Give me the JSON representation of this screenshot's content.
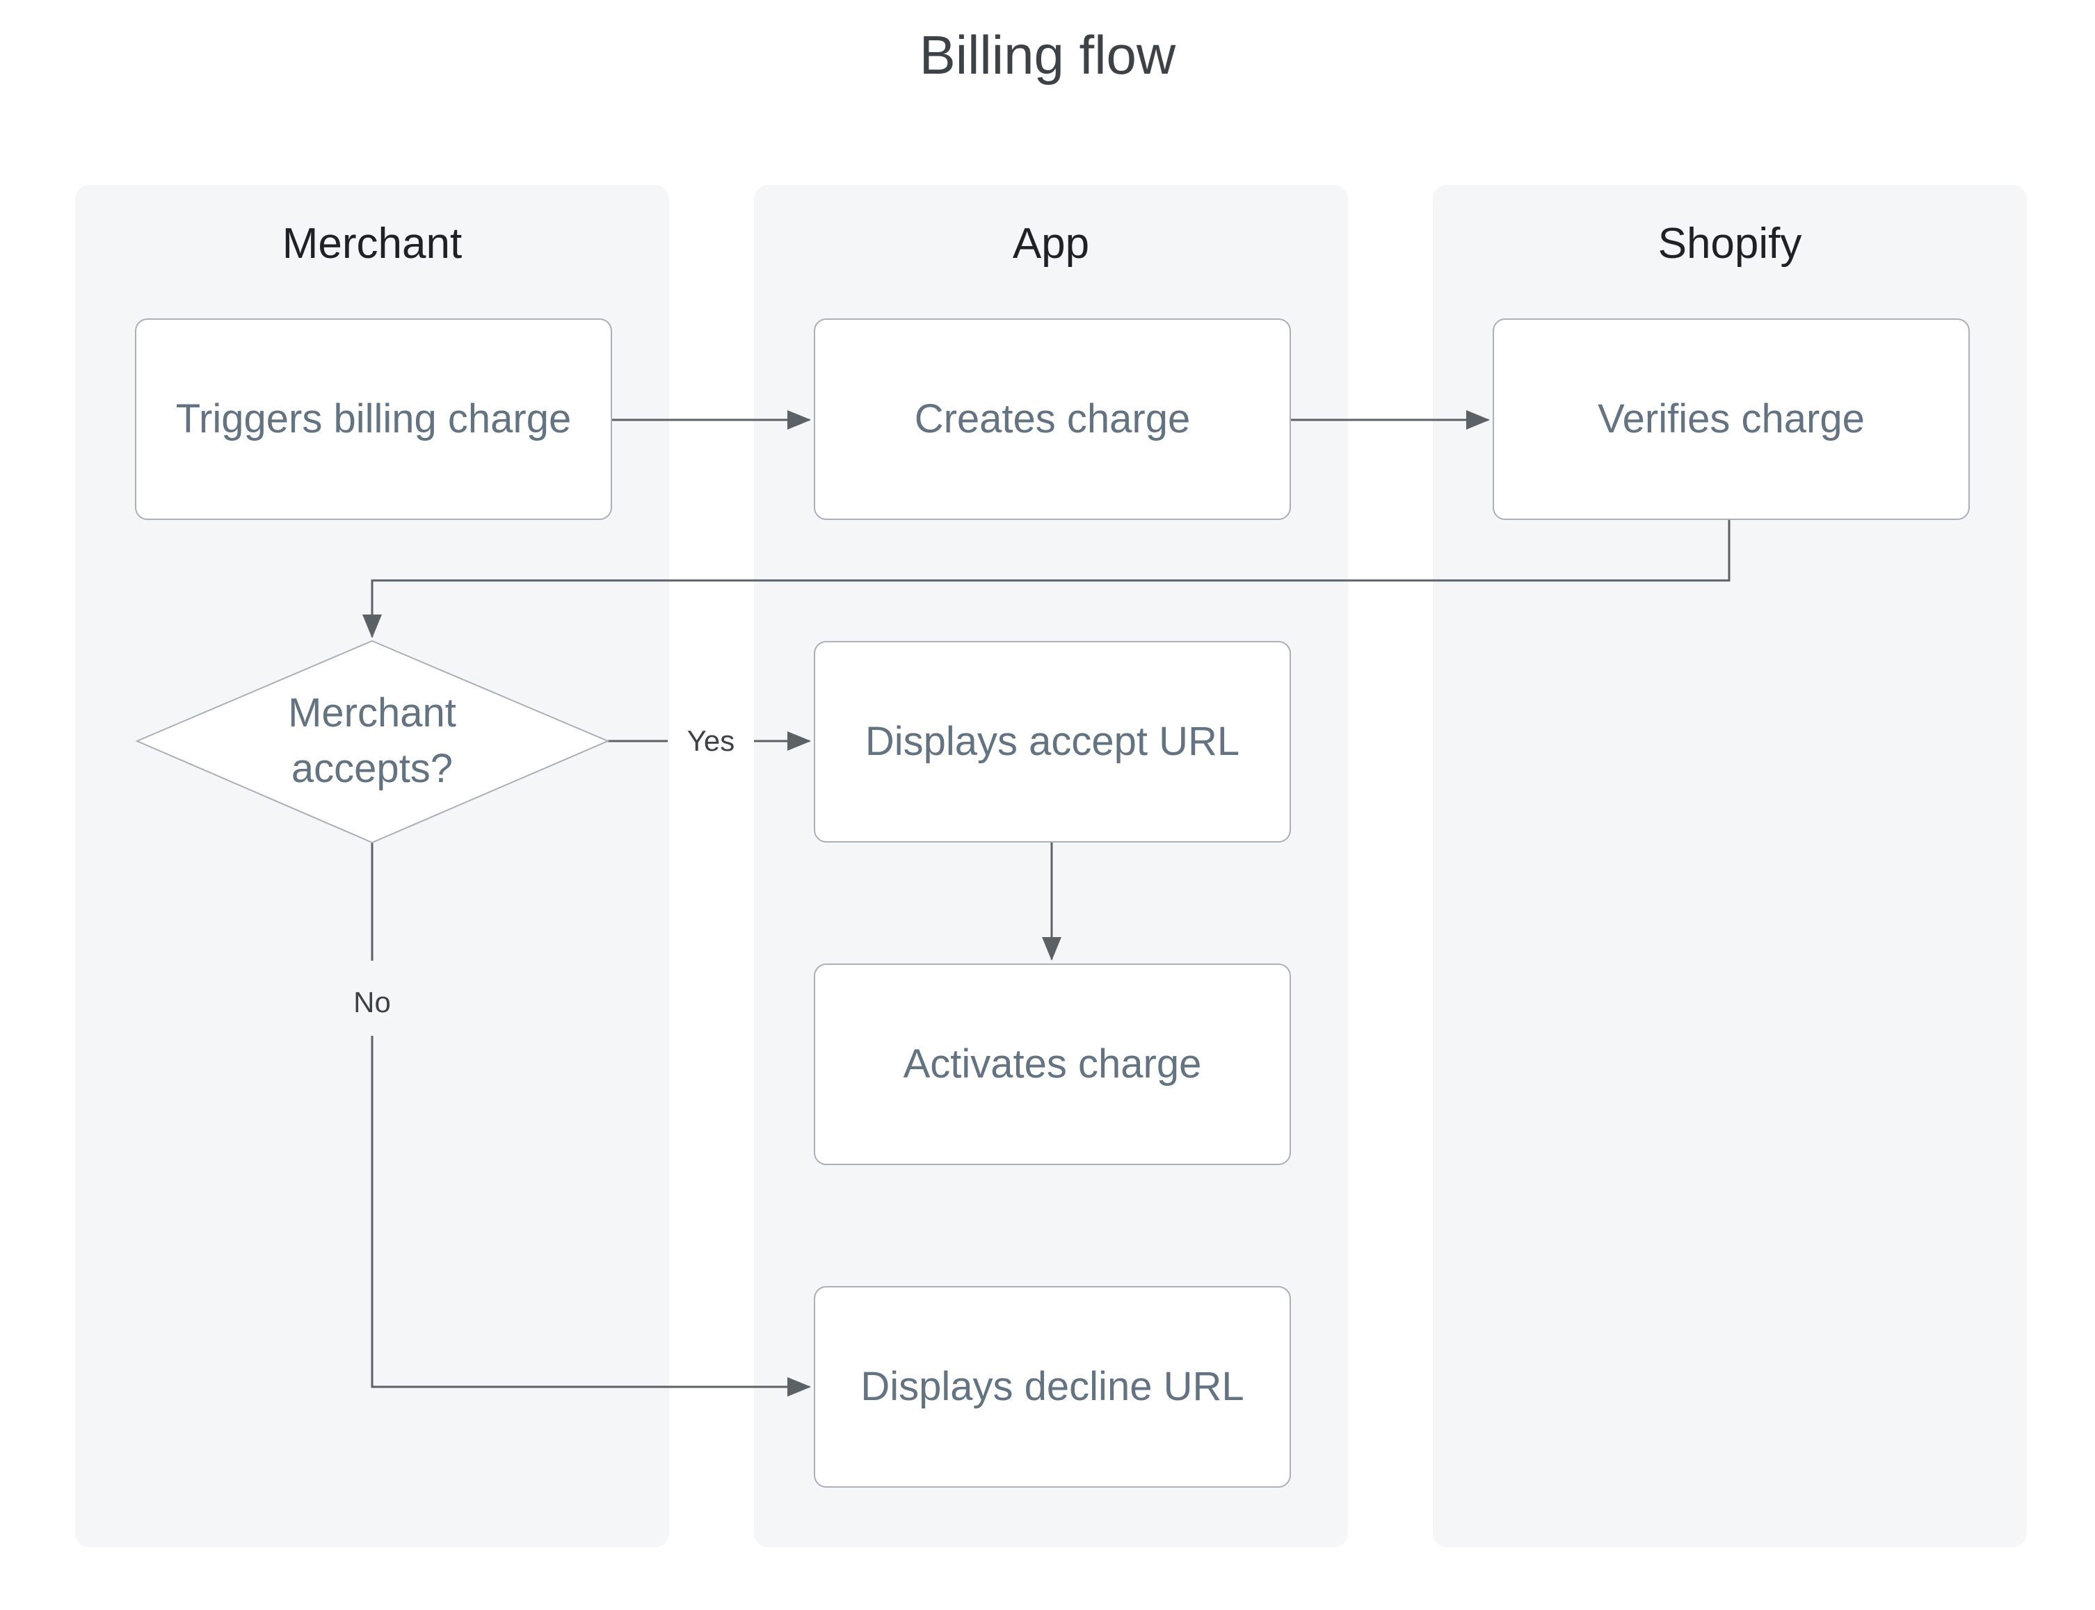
{
  "title": "Billing flow",
  "lanes": [
    {
      "name": "Merchant"
    },
    {
      "name": "App"
    },
    {
      "name": "Shopify"
    }
  ],
  "nodes": {
    "triggers": "Triggers billing charge",
    "creates": "Creates charge",
    "verifies": "Verifies charge",
    "decision": "Merchant accepts?",
    "accept_url": "Displays accept URL",
    "activates": "Activates charge",
    "decline_url": "Displays decline URL"
  },
  "edges": {
    "yes_label": "Yes",
    "no_label": "No"
  },
  "colors": {
    "lane_bg": "#f4f6f8",
    "node_border": "#a9b0b6",
    "node_text": "#637381",
    "arrow": "#5c6166"
  }
}
